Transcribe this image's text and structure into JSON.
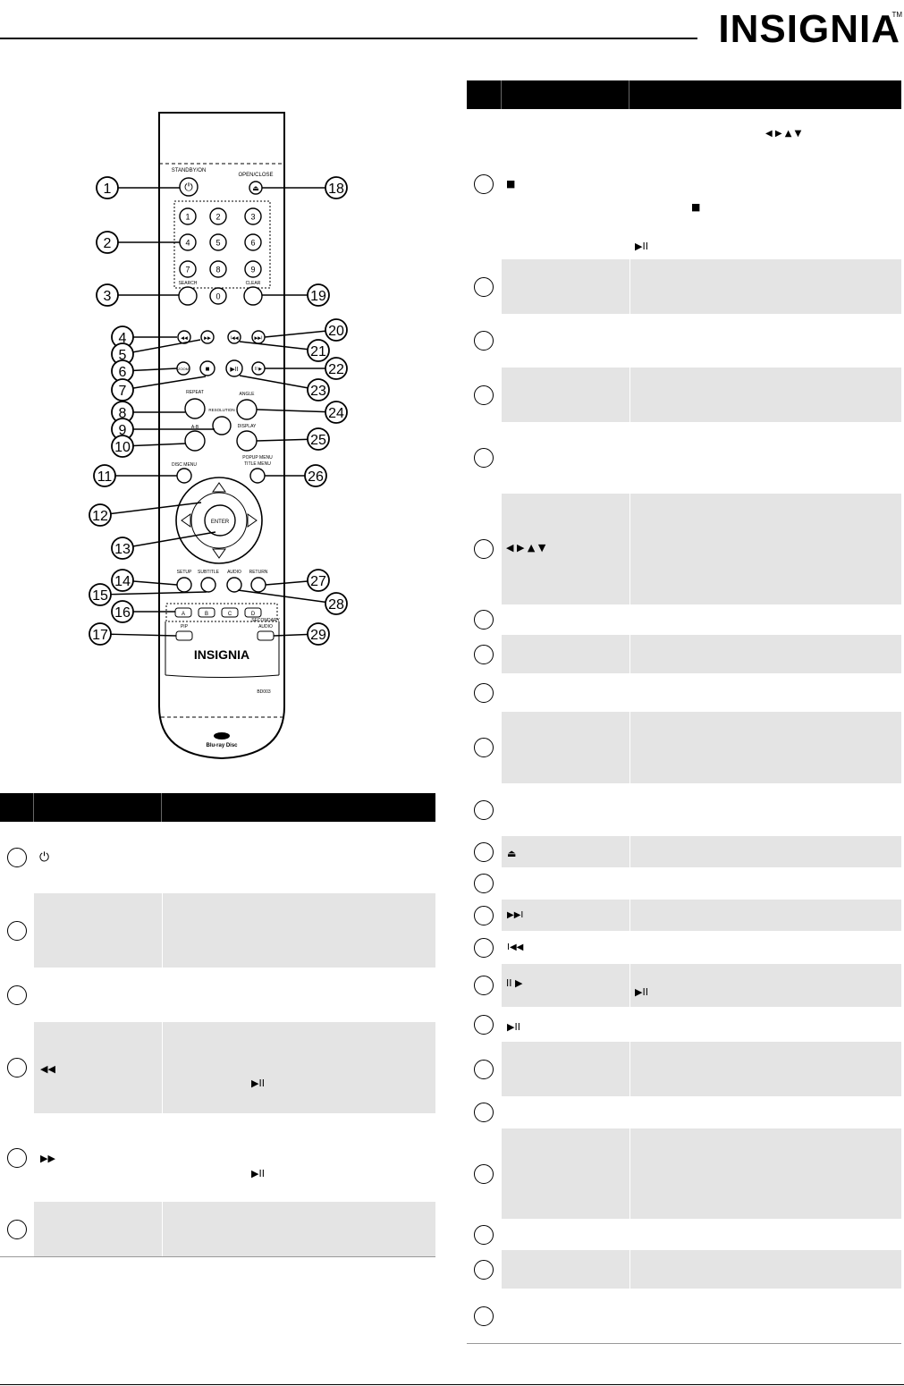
{
  "header": {
    "brand": "INSIGNIA",
    "trademark": "TM"
  },
  "remote": {
    "labels": {
      "standby_on": "STANDBY/ON",
      "open_close": "OPEN/CLOSE",
      "search": "SEARCH",
      "clear": "CLEAR",
      "zoom": "ZOOM",
      "repeat": "REPEAT",
      "angle": "ANGLE",
      "resolution": "RESOLUTION",
      "a_b": "A-B",
      "display": "DISPLAY",
      "disc_menu": "DISC MENU",
      "popup_menu": "POPUP MENU",
      "title_menu": "TITLE MENU",
      "enter": "ENTER",
      "setup": "SETUP",
      "subtitle": "SUBTITLE",
      "audio": "AUDIO",
      "return": "RETURN",
      "pip": "PIP",
      "secondary": "SECONDARY",
      "secondary_audio": "AUDIO",
      "brand": "INSIGNIA",
      "model": "BD003",
      "disc_logo": "Blu-ray Disc",
      "color_a": "A",
      "color_b": "B",
      "color_c": "C",
      "color_d": "D"
    },
    "digits": [
      "1",
      "2",
      "3",
      "4",
      "5",
      "6",
      "7",
      "8",
      "9",
      "0"
    ],
    "callouts": [
      "1",
      "2",
      "3",
      "4",
      "5",
      "6",
      "7",
      "8",
      "9",
      "10",
      "11",
      "12",
      "13",
      "14",
      "15",
      "16",
      "17",
      "18",
      "19",
      "20",
      "21",
      "22",
      "23",
      "24",
      "25",
      "26",
      "27",
      "28",
      "29"
    ]
  },
  "icons": {
    "power": "⏻",
    "rewind": "◀◀",
    "fast_forward": "▶▶",
    "play_pause": "▶II",
    "stop": "■",
    "arrows": "◀ ▶ ▲ ▼",
    "eject": "⏏",
    "next": "▶▶I",
    "previous": "I◀◀",
    "step": "II ▶"
  }
}
